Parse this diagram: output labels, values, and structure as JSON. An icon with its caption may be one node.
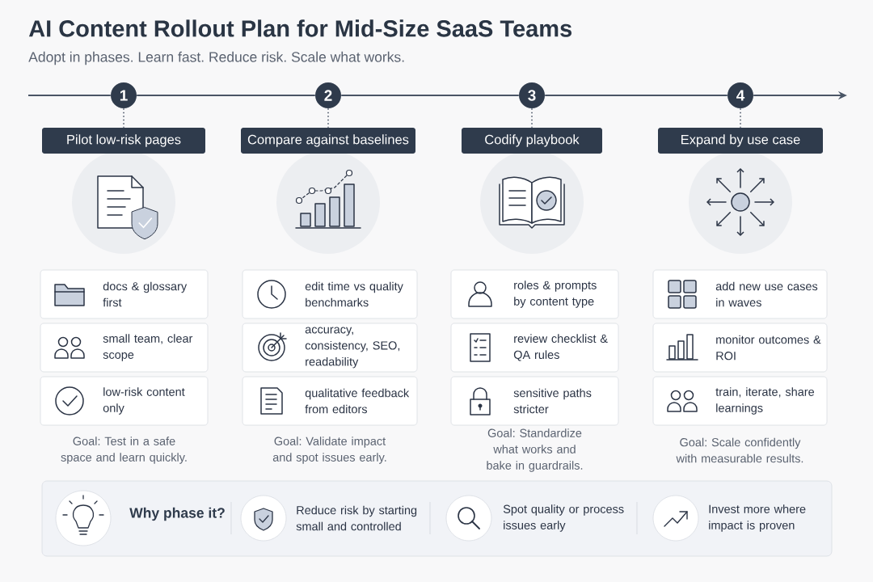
{
  "diagram": {
    "title": "AI Content Rollout Plan for Mid-Size SaaS Teams",
    "nodes": [
      {
        "text": [
          "1"
        ]
      },
      {
        "text": [
          "2"
        ]
      },
      {
        "text": [
          "3"
        ]
      },
      {
        "text": [
          "4"
        ]
      },
      {
        "text": [
          "Pilot low-risk pages"
        ]
      },
      {
        "text": [
          "Compare against baselines"
        ]
      },
      {
        "text": [
          "Codify playbook"
        ]
      },
      {
        "text": [
          "Expand by use case"
        ]
      },
      {
        "text": [
          "docs & glossary first"
        ]
      },
      {
        "text": [
          "small team, clear scope"
        ]
      },
      {
        "text": [
          "low-risk content only"
        ]
      },
      {
        "text": [
          "edit time vs quality benchmarks"
        ]
      },
      {
        "text": [
          "accuracy, consistency, SEO, readability"
        ]
      },
      {
        "text": [
          "qualitative feedback from editors"
        ]
      },
      {
        "text": [
          "roles & prompts by content type"
        ]
      },
      {
        "text": [
          "review checklist & QA rules"
        ]
      },
      {
        "text": [
          "sensitive paths stricter"
        ]
      },
      {
        "text": [
          "add new use cases in waves"
        ]
      },
      {
        "text": [
          "monitor outcomes & ROI"
        ]
      },
      {
        "text": [
          "train, iterate, share learnings"
        ]
      },
      {
        "text": [
          "Why phase it?",
          "Reduce risk by starting small and controlled",
          "Spot quality or process issues early",
          "Invest more where impact is proven"
        ]
      }
    ],
    "edges": [
      {
        "from": null,
        "to": 0,
        "arrow": "none"
      },
      {
        "from": 0,
        "to": 1,
        "arrow": "none"
      },
      {
        "from": 1,
        "to": 2,
        "arrow": "none"
      },
      {
        "from": 2,
        "to": 3,
        "arrow": "none"
      },
      {
        "from": 3,
        "to": null,
        "arrow": "to"
      },
      {
        "from": 0,
        "to": 4,
        "arrow": "none",
        "style": "dashed"
      },
      {
        "from": 1,
        "to": 5,
        "arrow": "none",
        "style": "dashed"
      },
      {
        "from": 2,
        "to": 6,
        "arrow": "none",
        "style": "dashed"
      },
      {
        "from": 3,
        "to": 7,
        "arrow": "none",
        "style": "dashed"
      }
    ],
    "labels": [
      "Adopt in phases. Learn fast. Reduce risk. Scale what works.",
      "Goal: Test in a safe space and learn quickly.",
      "Goal: Validate impact and spot issues early.",
      "Goal: Standardize what works and bake in guardrails.",
      "Goal: Scale confidently with measurable results."
    ]
  }
}
